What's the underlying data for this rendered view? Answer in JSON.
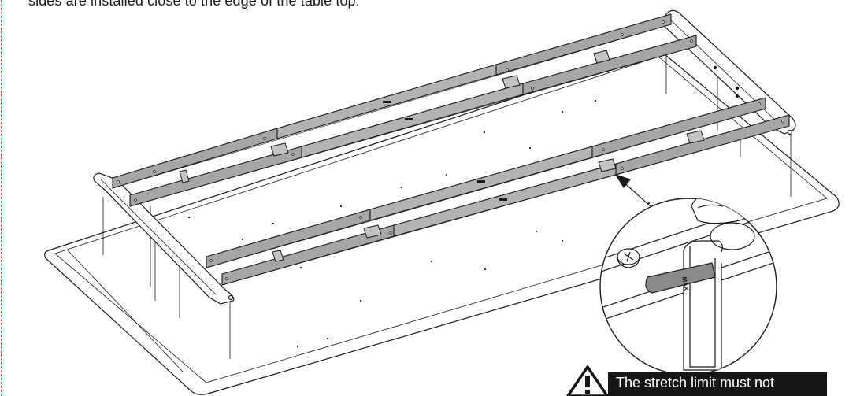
{
  "instruction": {
    "text": "sides are installed close to the edge of the table top."
  },
  "detail": {
    "stamp_text": "MAX"
  },
  "warning": {
    "text": "The stretch limit must not",
    "icon": "warning-triangle-icon"
  },
  "colors": {
    "rail_fill": "#a6a6a6",
    "rail_dark": "#8a8a8a",
    "stroke": "#1a1a1a",
    "warning_bar": "#161616",
    "margin_rule": "#d9534f"
  }
}
